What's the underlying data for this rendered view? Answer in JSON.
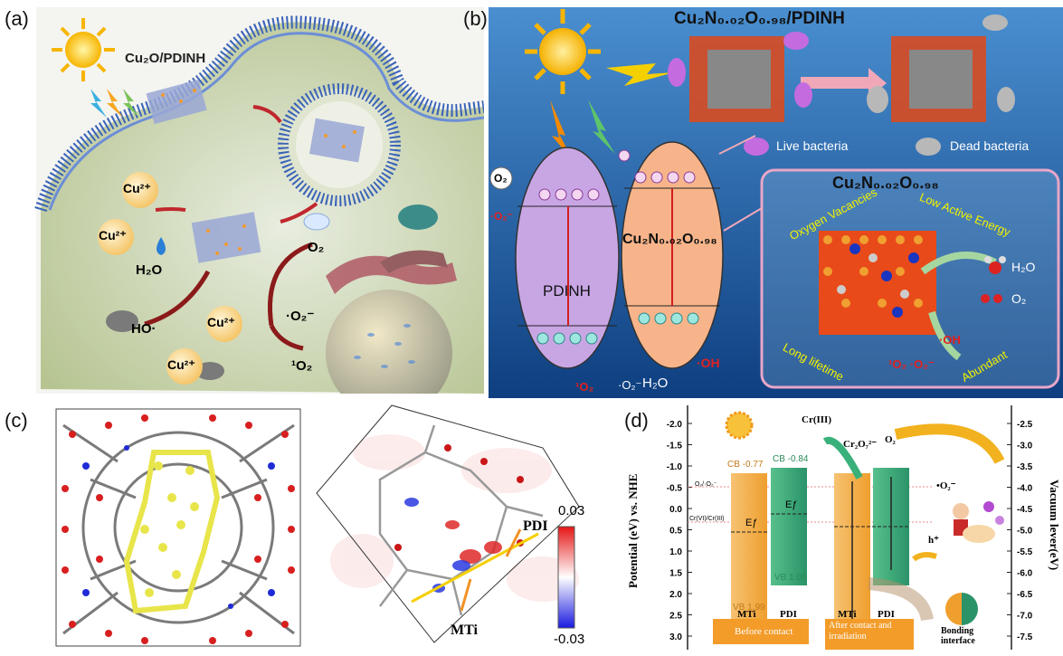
{
  "panels": {
    "a": {
      "label": "(a)",
      "title": "Cu₂O/PDINH",
      "ions": [
        "Cu²⁺",
        "Cu²⁺",
        "Cu²⁺",
        "Cu²⁺"
      ],
      "species": {
        "h2o": "H₂O",
        "ho": "HO·",
        "o2": "O₂",
        "o2rad": "·O₂⁻",
        "singlet": "¹O₂"
      }
    },
    "b": {
      "label": "(b)",
      "title": "Cu₂N₀.₀₂O₀.₉₈/PDINH",
      "live": "Live bacteria",
      "dead": "Dead bacteria",
      "inset_title": "Cu₂N₀.₀₂O₀.₉₈",
      "pdinh": "PDINH",
      "cu2n": "Cu₂N₀.₀₂O₀.₉₈",
      "o2": "O₂",
      "o2rad_left": "·O₂⁻",
      "oh": "·OH",
      "singlet": "¹O₂",
      "o2rad_bottom": "·O₂⁻",
      "h2o": "H₂O",
      "oxygen_vacancies": "Oxygen Vacancies",
      "low_active": "Low Active Energy",
      "long_lifetime": "Long lifetime",
      "abundant": "Abundant",
      "inset_h2o": "H₂O",
      "inset_o2": "O₂",
      "inset_oh": "·OH",
      "inset_ros": "¹O₂ ·O₂⁻"
    },
    "c": {
      "label": "(c)",
      "pdi": "PDI",
      "mti": "MTi",
      "cbar_max": "0.03",
      "cbar_min": "-0.03"
    },
    "d": {
      "label": "(d)",
      "left_axis_label": "Potential (eV) vs. NHE",
      "right_axis_label": "Vacuum lever(eV)",
      "left_ticks": [
        "-2.0",
        "-1.5",
        "-1.0",
        "-0.5",
        "0.0",
        "0.5",
        "1.0",
        "1.5",
        "2.0",
        "2.5",
        "3.0"
      ],
      "right_ticks": [
        "-2.5",
        "-3.0",
        "-3.5",
        "-4.0",
        "-4.5",
        "-5.0",
        "-5.5",
        "-6.0",
        "-6.5",
        "-7.0",
        "-7.5"
      ],
      "cb_mti": "CB -0.77",
      "cb_pdi": "CB -0.84",
      "vb_mti": "VB 1.99",
      "vb_pdi": "VB 1.05",
      "ef": "Eƒ",
      "o2_line": "O₂/·O₂⁻",
      "cr_line": "Cr(VI)/Cr(III)",
      "cr3": "Cr(III)",
      "cr2o7": "Cr₂O₇²⁻",
      "o2": "O₂",
      "o2rad": "•O₂⁻",
      "hplus": "h⁺",
      "mti": "MTi",
      "pdi": "PDI",
      "before": "Before contact",
      "after": "After contact and irradiation",
      "bonding": "Bonding interface"
    }
  },
  "colors": {
    "membrane": "#3a63b8",
    "cell_fill": "#c9d2a8",
    "ocean": "#1c5ea6",
    "pdinh_fill": "#c8a6e4",
    "cu_fill": "#f7b48a",
    "mti_bar": "#f2a640",
    "pdi_bar": "#3aa876",
    "box_orange": "#f39c2a"
  }
}
